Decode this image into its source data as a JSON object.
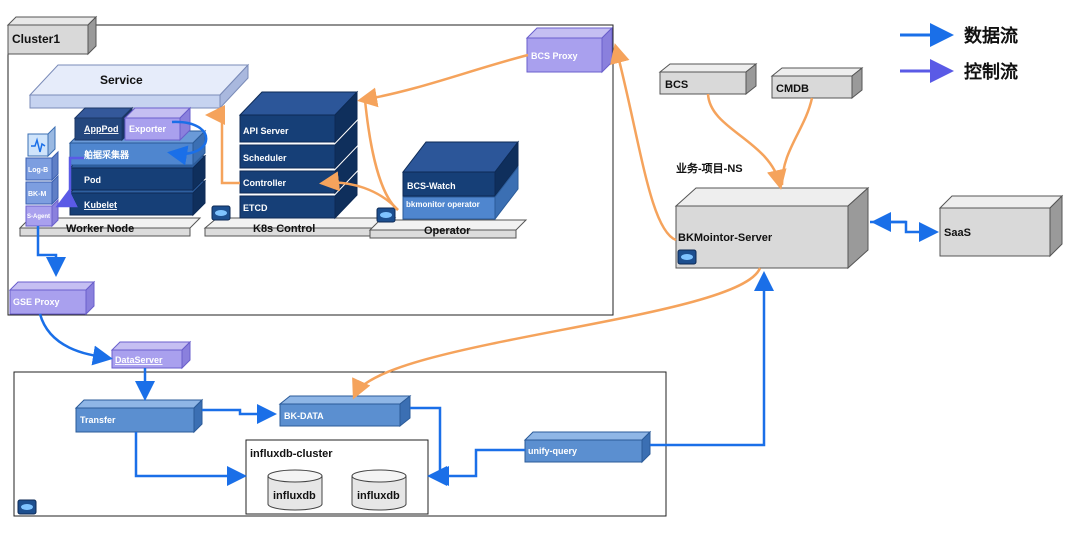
{
  "legend": {
    "data_flow": "数据流",
    "control_flow": "控制流",
    "data_flow_color": "#1a6fe8",
    "control_flow_color": "#5a5ae6",
    "orange_link_color": "#f5a35c"
  },
  "cluster": {
    "title": "Cluster1",
    "service": "Service",
    "worker_node": "Worker Node",
    "k8s_control": "K8s Control",
    "operator": "Operator",
    "worker_layers": [
      "AppPod",
      "Exporter",
      "舶据采集器",
      "Pod",
      "Kubelet"
    ],
    "agents": [
      "Log-B",
      "BK-M",
      "S-Agent"
    ],
    "k8s_layers": [
      "API Server",
      "Scheduler",
      "Controller",
      "ETCD"
    ],
    "operator_layers": [
      "BCS-Watch",
      "bkmonitor operator"
    ],
    "bcs_proxy": "BCS Proxy"
  },
  "right": {
    "bcs": "BCS",
    "cmdb": "CMDB",
    "ns_label": "业务-项目-NS",
    "server": "BKMointor-Server",
    "saas": "SaaS"
  },
  "pipeline": {
    "gse_proxy": "GSE Proxy",
    "data_server": "DataServer",
    "transfer": "Transfer",
    "bk_data": "BK-DATA",
    "influx_cluster": "influxdb-cluster",
    "influx_nodes": [
      "influxdb",
      "influxdb"
    ],
    "unify_query": "unify-query"
  }
}
